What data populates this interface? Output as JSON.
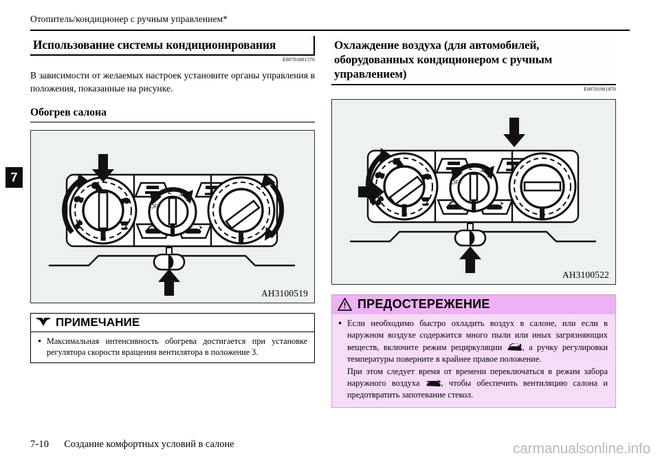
{
  "running_head": "Отопитель/кондиционер с ручным управлением*",
  "chapter_tab": "7",
  "left_column": {
    "section_title": "Использование системы кондиционирования",
    "section_code": "E00701801576",
    "paragraph": "В зависимости от желаемых настроек установите органы управления в положения, показанные на рисунке.",
    "subheading": "Обогрев салона",
    "illustration": {
      "code": "AH3100519",
      "alt": "Панель управления отопителем: три поворотные ручки",
      "dial_labels": [
        "OFF",
        "1",
        "2",
        "3",
        "4"
      ]
    },
    "note": {
      "icon": "book-icon",
      "title": "ПРИМЕЧАНИЕ",
      "items": [
        "Максимальная интенсивность обогрева достигается при установке регулятора скорости вращения вентилятора в положение 3."
      ]
    }
  },
  "right_column": {
    "section_title": "Охлаждение воздуха (для автомобилей, оборудованных кондиционером с ручным управлением)",
    "section_code": "E00701901870",
    "illustration": {
      "code": "AH3100522",
      "alt": "Панель управления кондиционером: три поворотные ручки",
      "dial_labels": [
        "OFF",
        "1",
        "2",
        "3",
        "4"
      ]
    },
    "caution": {
      "icon": "warning-triangle-icon",
      "title": "ПРЕДОСТЕРЕЖЕНИЕ",
      "paragraphs": [
        "Если необходимо быстро охладить воздух в салоне, или если в наружном воздухе содержится много пыли или иных загрязняющих веществ, включите режим рециркуляции ",
        ", а ручку регулировки температуры поверните в крайнее правое положение.",
        "При этом следует время от времени переключаться в режим забора наружного воздуха ",
        ", чтобы обеспечить вентиляцию салона и предотвратить запотевание стекол."
      ]
    }
  },
  "footer": {
    "page_number": "7-10",
    "section_name": "Создание комфортных условий в салоне"
  },
  "watermark": "carmanualsonline.info",
  "colors": {
    "illustration_bg": "#edf1f2",
    "caution_header": "#eeb1f4",
    "caution_body": "#f7dcf8",
    "tab_bg": "#0d0d0d",
    "watermark": "#b9b9b9"
  }
}
